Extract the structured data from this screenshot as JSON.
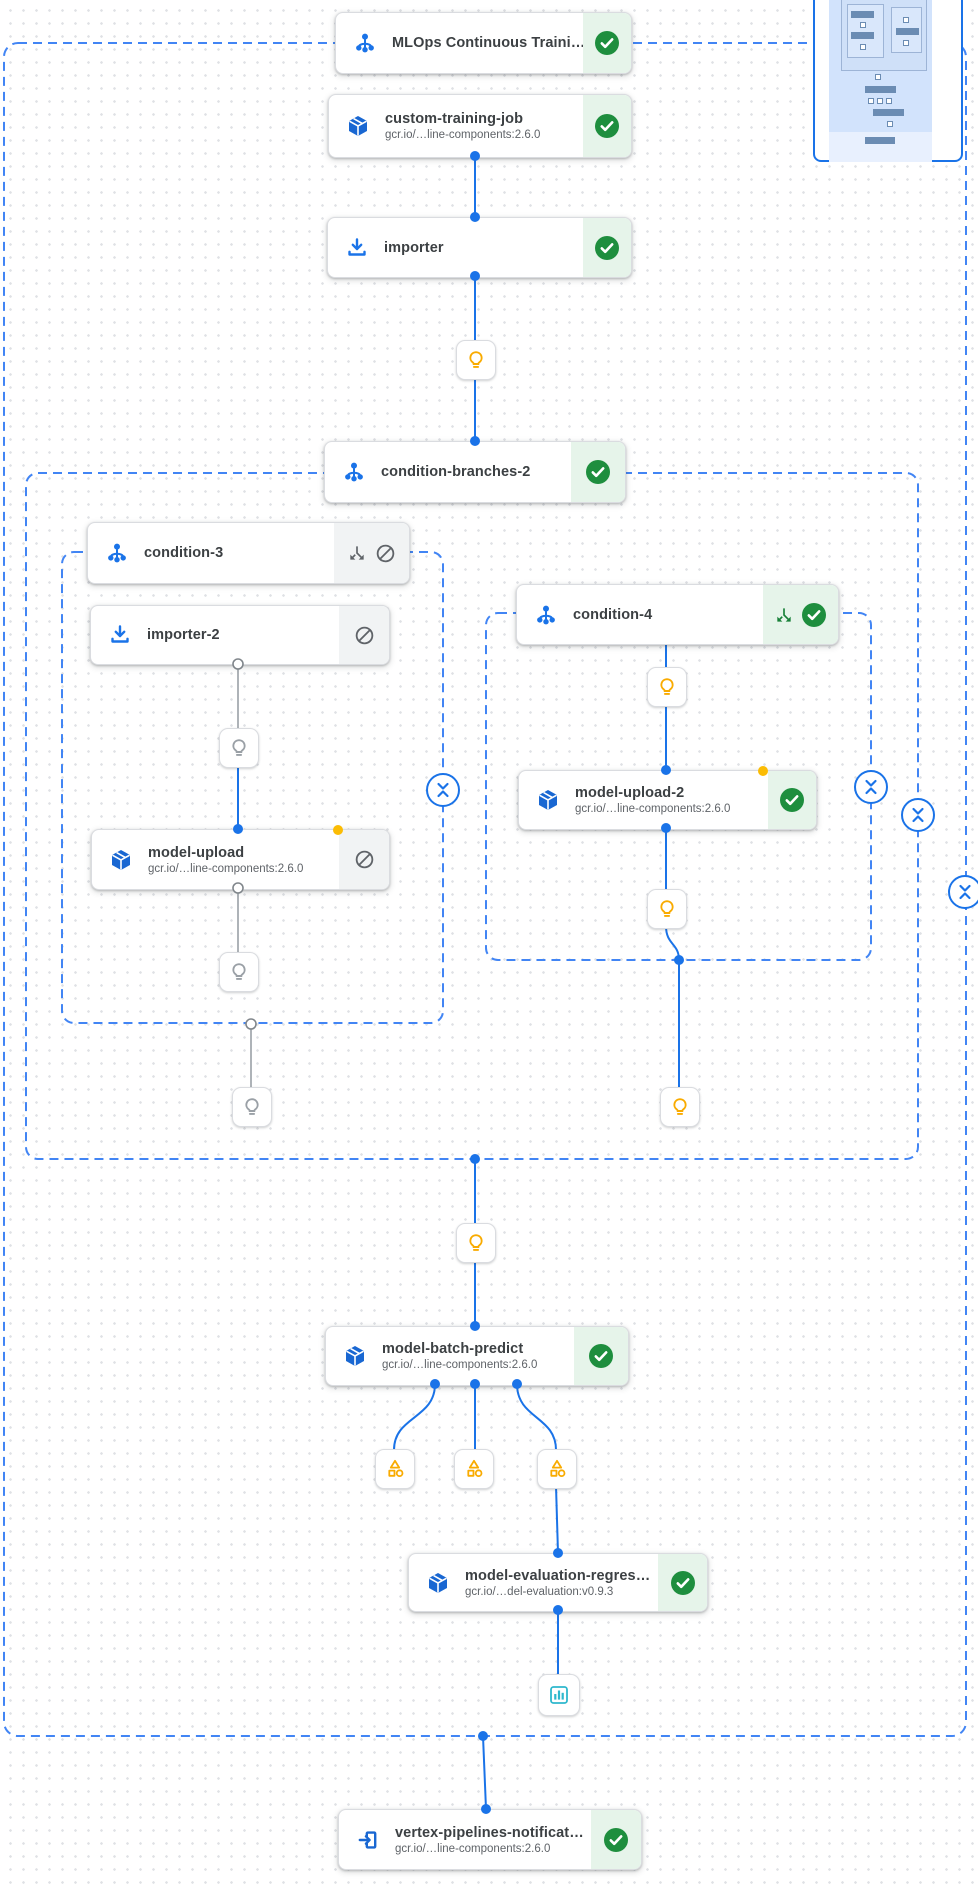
{
  "pipeline": {
    "nodes": {
      "mlops": {
        "title": "MLOps Continuous Traini…",
        "status": "succeeded"
      },
      "custom_training_job": {
        "title": "custom-training-job",
        "subtitle": "gcr.io/…line-components:2.6.0",
        "status": "succeeded"
      },
      "importer": {
        "title": "importer",
        "status": "succeeded"
      },
      "condition_branches_2": {
        "title": "condition-branches-2",
        "status": "succeeded"
      },
      "condition_3": {
        "title": "condition-3",
        "status": "skipped"
      },
      "importer_2": {
        "title": "importer-2",
        "status": "skipped"
      },
      "model_upload": {
        "title": "model-upload",
        "subtitle": "gcr.io/…line-components:2.6.0",
        "status": "skipped"
      },
      "condition_4": {
        "title": "condition-4",
        "status": "succeeded"
      },
      "model_upload_2": {
        "title": "model-upload-2",
        "subtitle": "gcr.io/…line-components:2.6.0",
        "status": "succeeded"
      },
      "model_batch_predict": {
        "title": "model-batch-predict",
        "subtitle": "gcr.io/…line-components:2.6.0",
        "status": "succeeded"
      },
      "model_evaluation": {
        "title": "model-evaluation-regres…",
        "subtitle": "gcr.io/…del-evaluation:v0.9.3",
        "status": "succeeded"
      },
      "vertex_pipelines_notification": {
        "title": "vertex-pipelines-notificat…",
        "subtitle": "gcr.io/…line-components:2.6.0",
        "status": "succeeded"
      }
    },
    "colors": {
      "edge_blue": "#1a73e8",
      "dashed_border_blue": "#4285f4",
      "success_green": "#1e8e3e",
      "success_bg": "#e6f4ea",
      "skipped_bg": "#f1f3f4",
      "warning_yellow": "#f9ab00",
      "yellow_dot": "#fbbc04",
      "gray_edge": "#9aa0a6",
      "icon_blue": "#1967d2",
      "metrics_teal": "#2eb8cd"
    },
    "icon_legend": {
      "pipeline_dag_icon": "condition / sub-dag branch glyph",
      "cube_icon": "container component",
      "download_icon": "importer component",
      "exit_icon": "notification / output component",
      "lightbulb_icon": "parameter artifact",
      "shapes_icon": "generic artifact (triangle-square-circle)",
      "metrics_icon": "metrics artifact (bar chart)",
      "blocked_icon": "skipped / not executed",
      "branch_taken_icon": "branch evaluation marker",
      "collapse_icon": "collapse group chevrons"
    }
  }
}
